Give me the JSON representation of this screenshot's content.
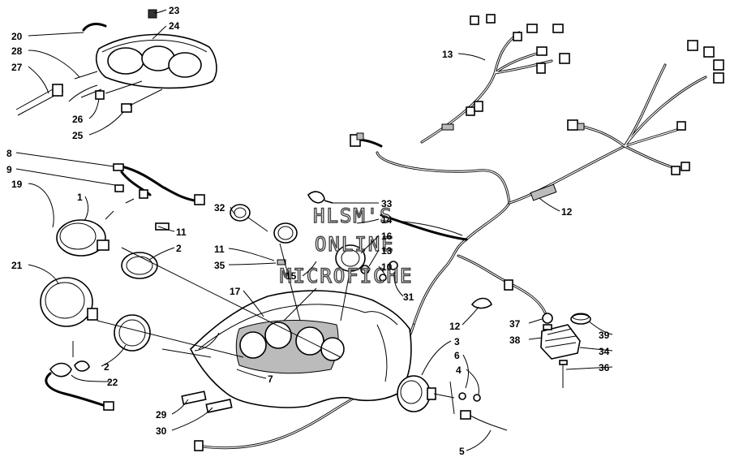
{
  "watermark": {
    "line1": "HLSM'S",
    "line2": "ONLINE",
    "line3": "MICROFICHE"
  },
  "callouts": {
    "c1": "1",
    "c2a": "2",
    "c2b": "2",
    "c3": "3",
    "c4": "4",
    "c5": "5",
    "c6": "6",
    "c7": "7",
    "c8": "8",
    "c9": "9",
    "c10": "10",
    "c11a": "11",
    "c11b": "11",
    "c12a": "12",
    "c12b": "12",
    "c13a": "13",
    "c13b": "13",
    "c14": "14",
    "c15": "15",
    "c16": "16",
    "c17": "17",
    "c19": "19",
    "c20": "20",
    "c21": "21",
    "c22": "22",
    "c23": "23",
    "c24": "24",
    "c25": "25",
    "c26": "26",
    "c27": "27",
    "c28": "28",
    "c29": "29",
    "c30": "30",
    "c31": "31",
    "c32": "32",
    "c33": "33",
    "c34": "34",
    "c35": "35",
    "c36": "36",
    "c37": "37",
    "c38": "38",
    "c39": "39"
  }
}
